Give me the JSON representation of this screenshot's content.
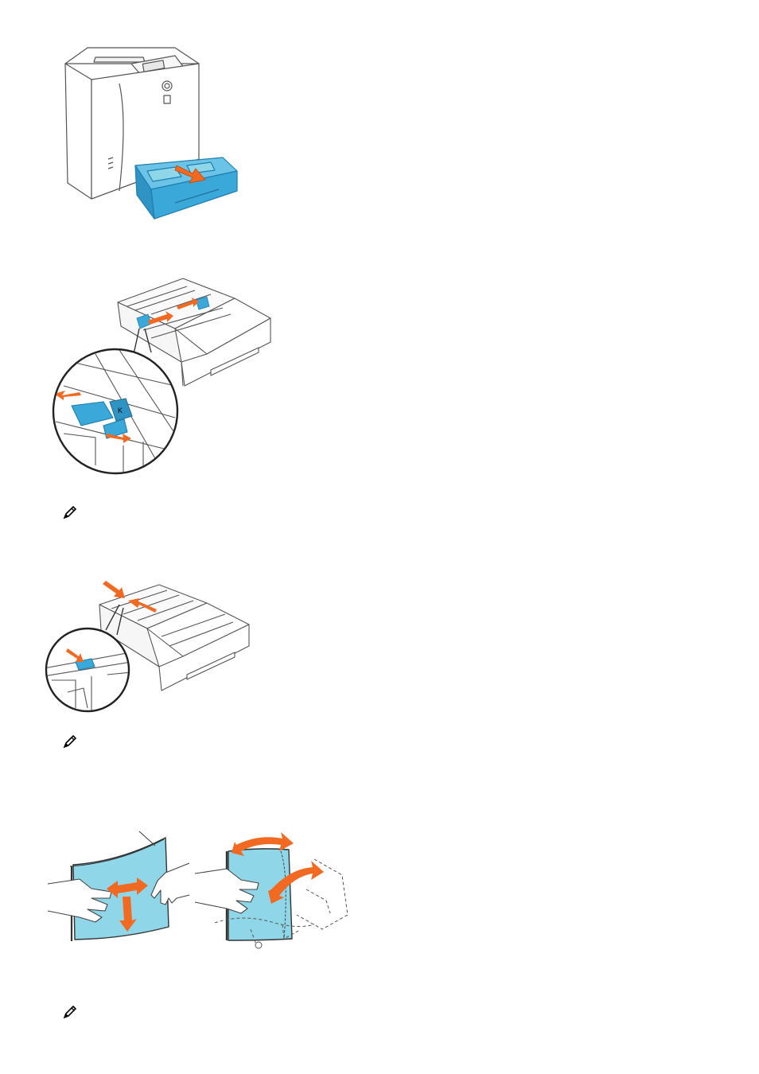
{
  "figures": [
    {
      "name": "printer-tray-pull-out-illustration",
      "icon": "printer-with-tray-pulled-out"
    },
    {
      "name": "width-guide-slide-illustration",
      "icon": "tray-width-guides-with-zoom-inset"
    },
    {
      "name": "length-guide-slide-illustration",
      "icon": "tray-length-guide-with-zoom-inset"
    },
    {
      "name": "flex-paper-illustration",
      "icon": "hands-flexing-paper-stack"
    },
    {
      "name": "fan-paper-illustration",
      "icon": "hands-fanning-paper-stack"
    }
  ],
  "notes": [
    {
      "icon": "note-pencil-icon"
    },
    {
      "icon": "note-pencil-icon"
    },
    {
      "icon": "note-pencil-icon"
    }
  ],
  "colors": {
    "line": "#555555",
    "accent_blue": "#3aa8d8",
    "accent_blue_dark": "#1f7fb0",
    "paper_blue": "#8fd6e8",
    "arrow_orange": "#f26a21"
  }
}
